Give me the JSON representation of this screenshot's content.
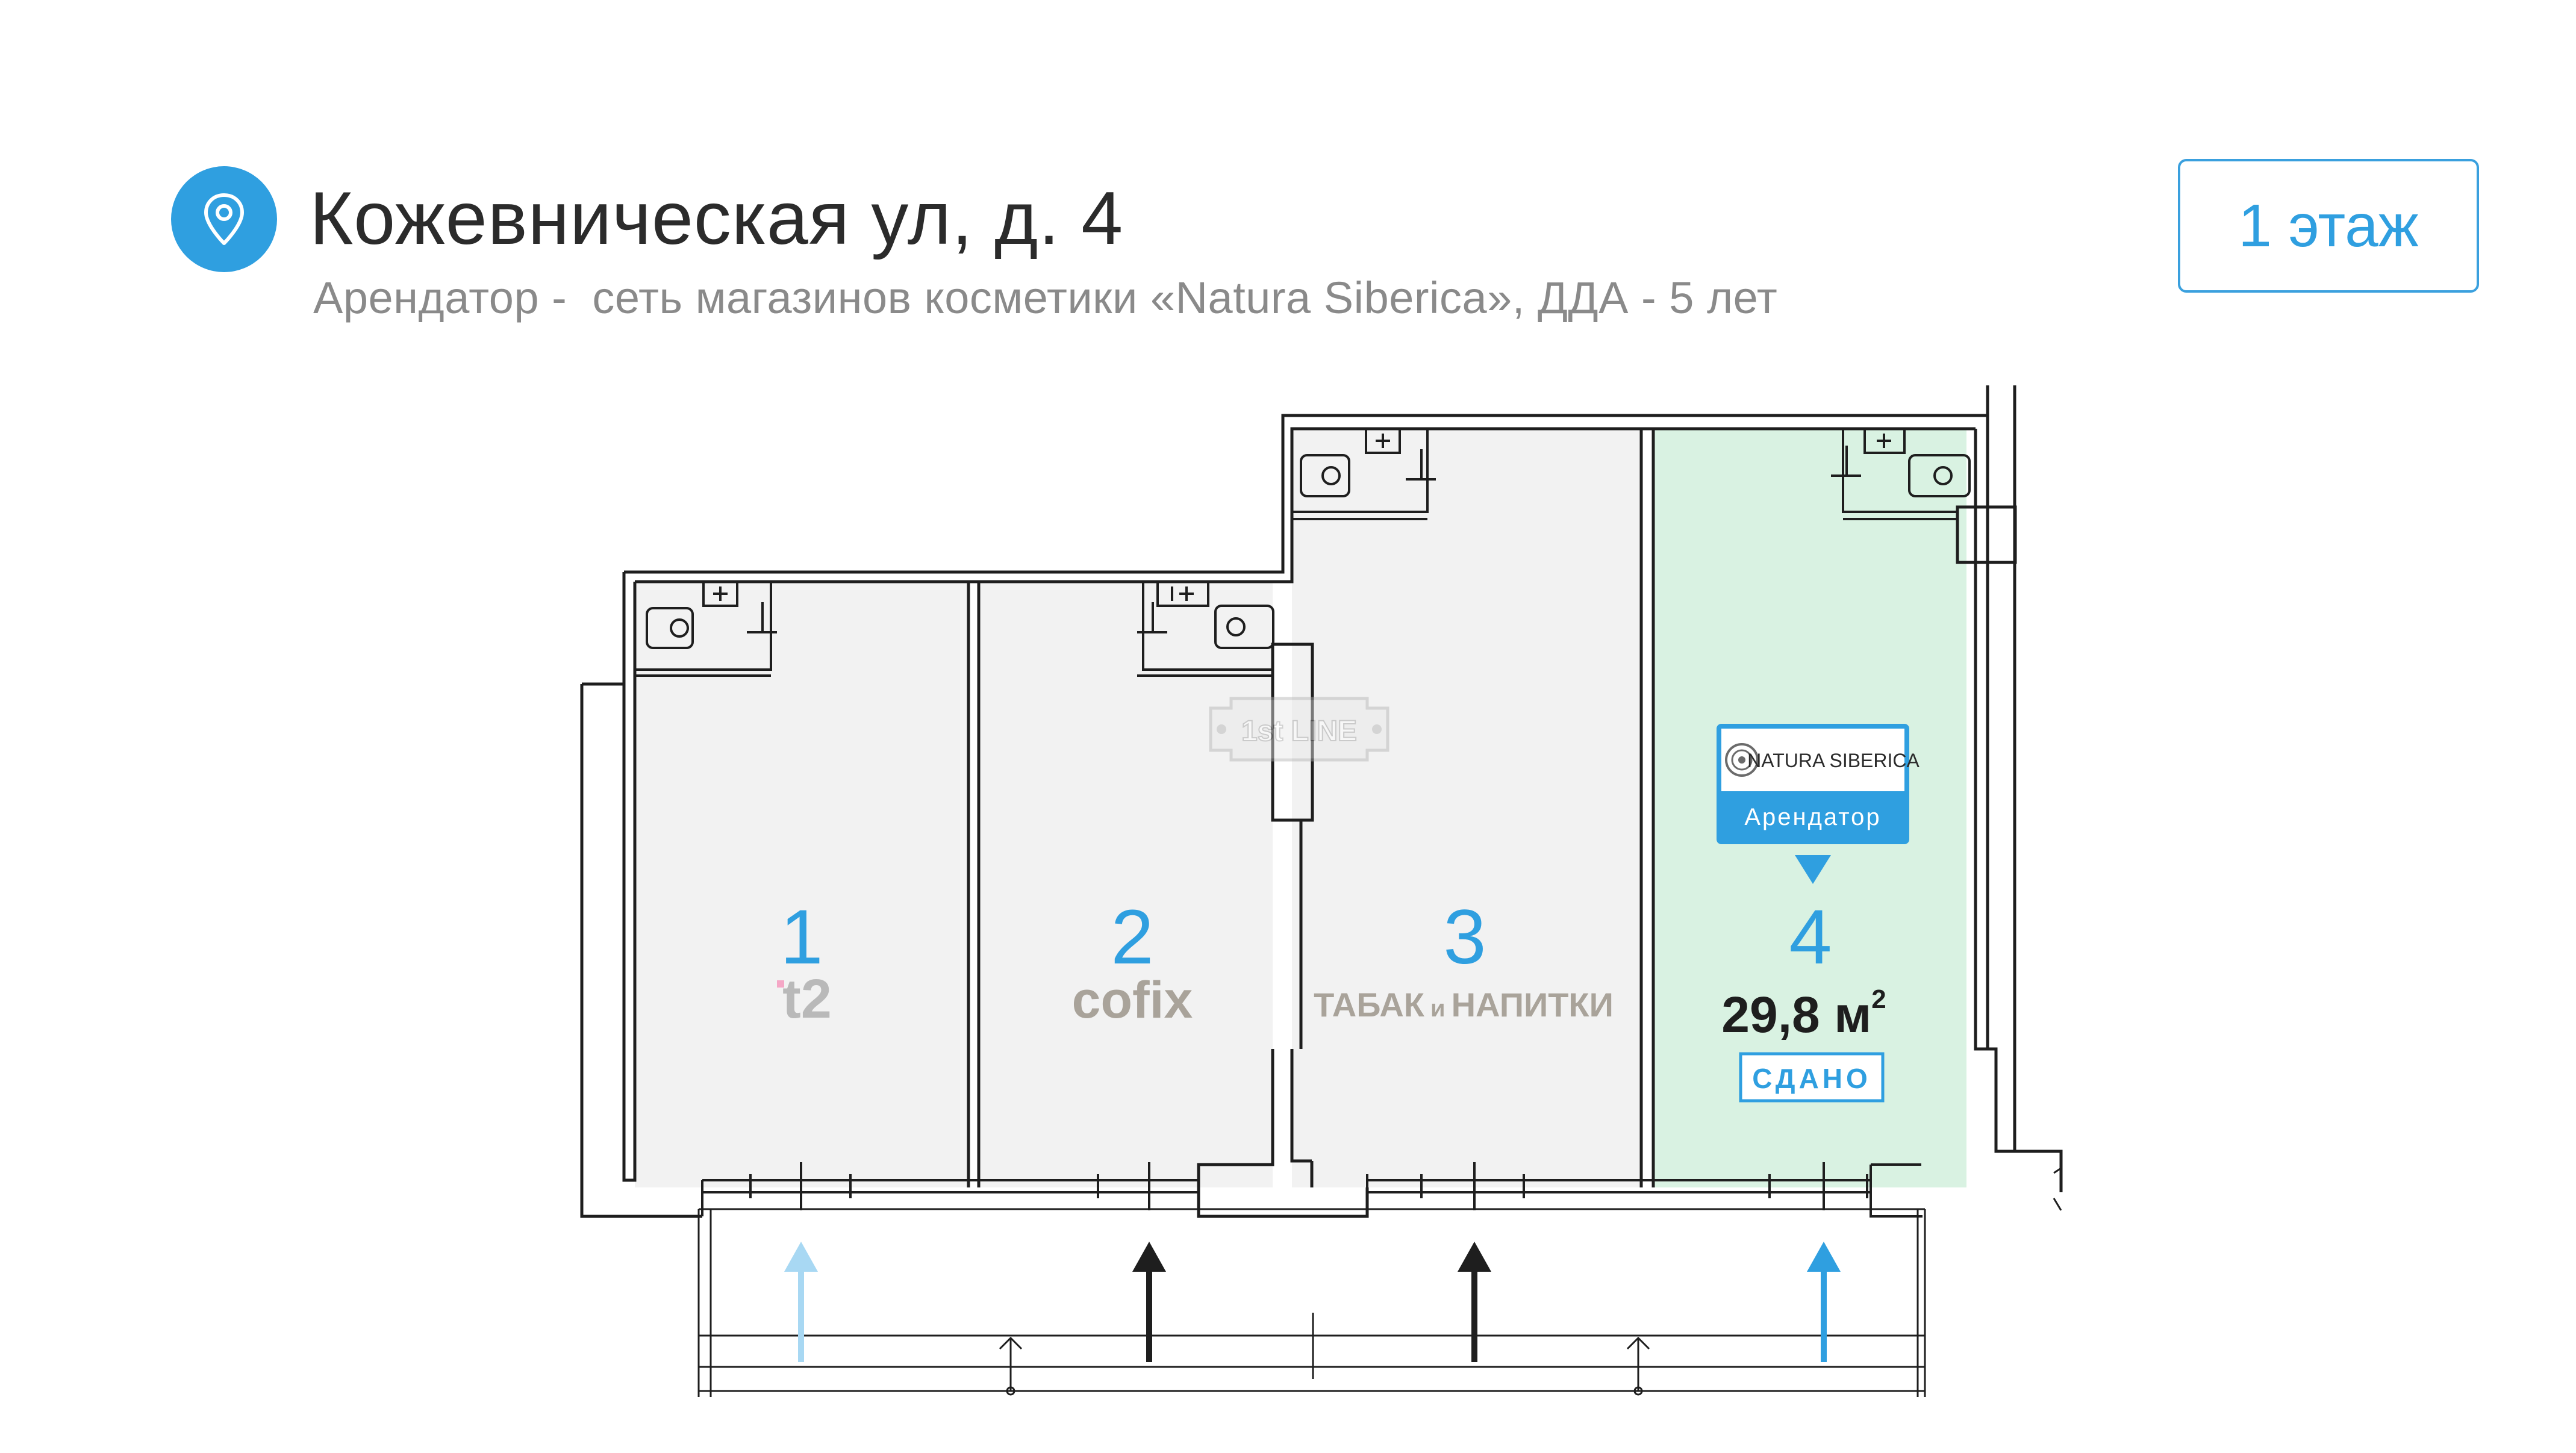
{
  "header": {
    "icon": "map-pin-icon",
    "address": "Кожевническая ул, д. 4",
    "subtitle": "Арендатор -  сеть магазинов косметики «Natura Siberica», ДДА - 5 лет"
  },
  "floor_button": {
    "label": "1 этаж"
  },
  "watermark": {
    "text": "1st LINE"
  },
  "units": [
    {
      "number": "1",
      "tenant_logo": "t2",
      "rented": false
    },
    {
      "number": "2",
      "tenant_logo": "cofix",
      "rented": false
    },
    {
      "number": "3",
      "tenant_label_part1": "ТАБАК",
      "tenant_label_part2": "и",
      "tenant_label_part3": "НАПИТКИ",
      "rented": false
    },
    {
      "number": "4",
      "area": "29,8 м",
      "area_sup": "2",
      "status": "СДАНО",
      "tenant_badge": {
        "brand": "NATURA SIBERICA",
        "caption": "Арендатор"
      },
      "rented": true
    }
  ],
  "colors": {
    "accent": "#2f9fe0",
    "rented_fill": "#d9f2e2",
    "unit_fill": "#f2f2f2",
    "light_arrow": "#a8d8f3",
    "dark_arrow": "#1e1e1e"
  }
}
